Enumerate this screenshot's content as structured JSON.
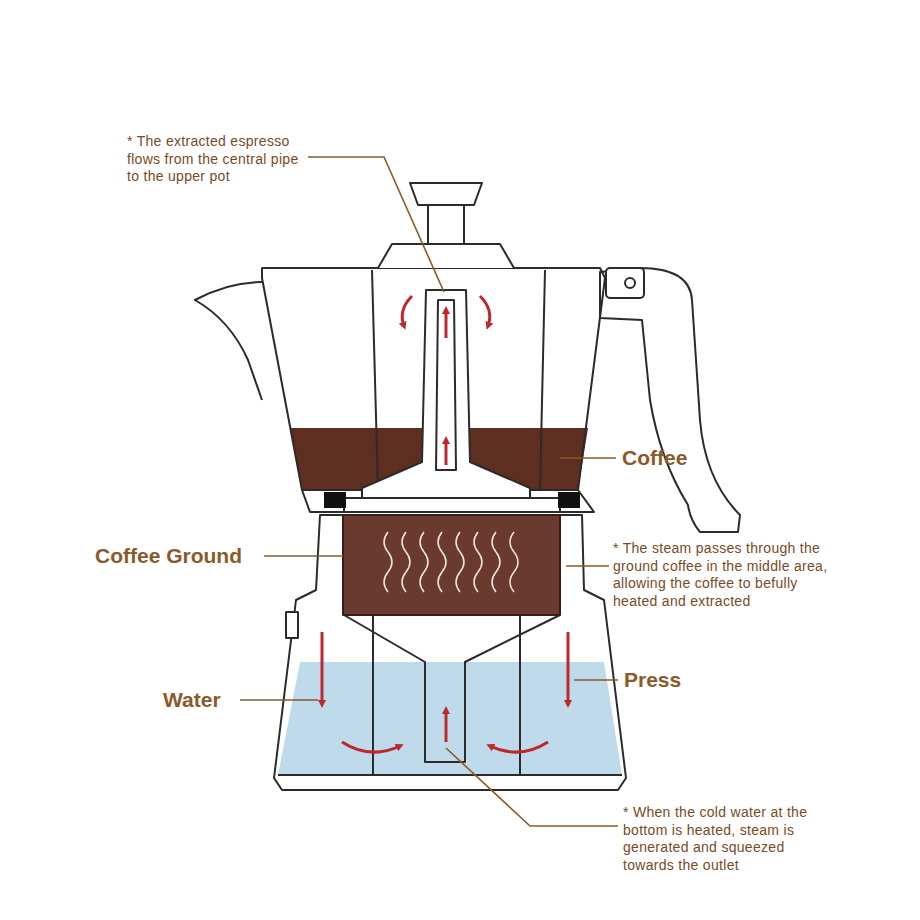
{
  "diagram": {
    "labels": [
      "* The extracted espresso flows from the central pipe to the upper pot",
      "Coffee",
      "Coffee Ground",
      "* The steam passes through the ground coffee in the middle area, allowing the coffee to befully heated and extracted",
      "Water",
      "Press",
      "* When the cold water at the bottom is heated, steam is generated and squeezed towards the outlet"
    ]
  }
}
